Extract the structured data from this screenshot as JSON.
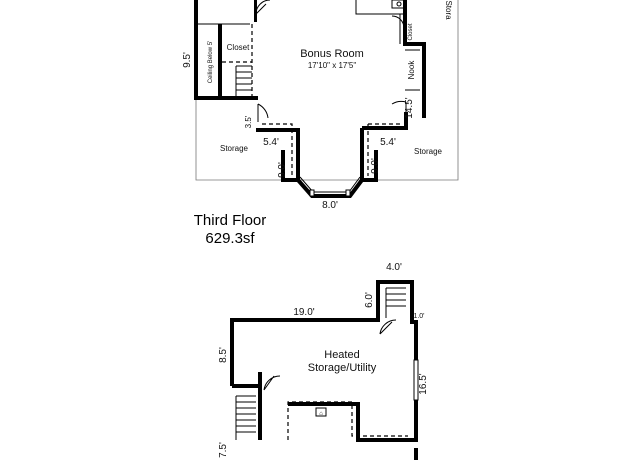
{
  "third_floor": {
    "rooms": {
      "bonus_room": {
        "name": "Bonus Room",
        "size": "17'10\" x 17'5\""
      },
      "closet": "Closet",
      "ceiling_below": "Ceiling Below 5'",
      "closet_small": "Closet",
      "nook": "Nook",
      "storage_left": "Storage",
      "storage_right": "Storage",
      "storage_top_right": "Stora"
    },
    "dimensions": {
      "left_wall": "9.5'",
      "left_step": "3.5'",
      "left_offset": "5.4'",
      "left_bay": "9.0'",
      "bay_width": "8.0'",
      "right_bay": "9.0'",
      "right_offset": "5.4'",
      "right_step": "14.5'"
    },
    "caption": {
      "title": "Third Floor",
      "area": "629.3sf"
    }
  },
  "second_plan": {
    "rooms": {
      "heated_storage": {
        "line1": "Heated",
        "line2": "Storage/Utility"
      }
    },
    "dimensions": {
      "top": "19.0'",
      "stair_top": "4.0'",
      "stair_height": "6.0'",
      "stair_offset": "1.0'",
      "left_upper": "8.5'",
      "right": "16.5'",
      "left_lower": "7.5'"
    }
  }
}
